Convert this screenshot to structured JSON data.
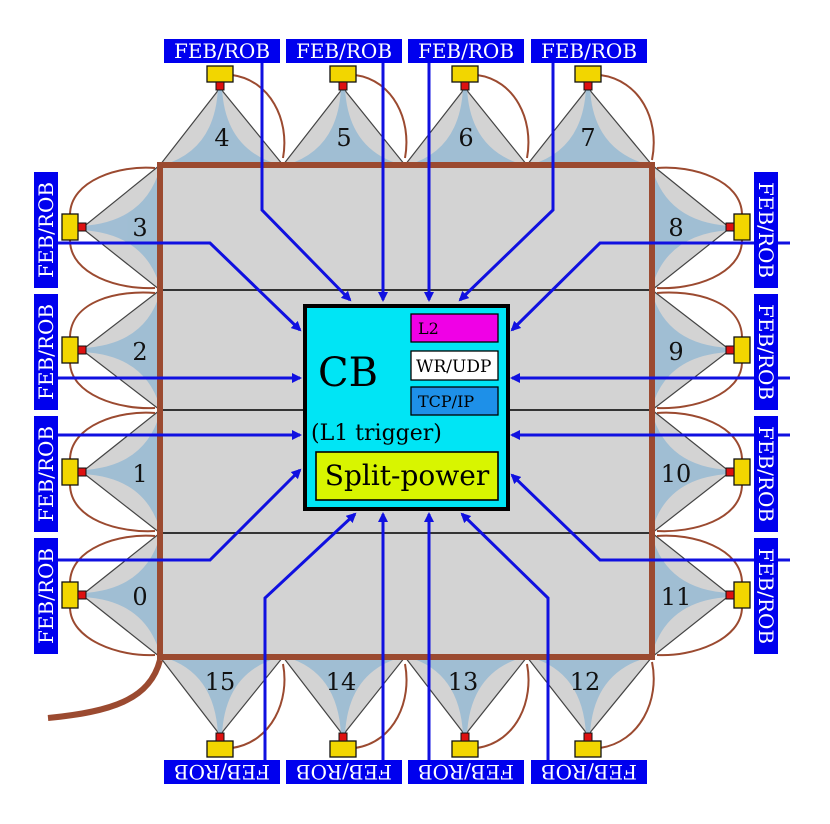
{
  "feb_label": "FEB/ROB",
  "modules": [
    "0",
    "1",
    "2",
    "3",
    "4",
    "5",
    "6",
    "7",
    "8",
    "9",
    "10",
    "11",
    "12",
    "13",
    "14",
    "15"
  ],
  "cb": {
    "title": "CB",
    "l2": "L2",
    "wr_udp": "WR/UDP",
    "tcp_ip": "TCP/IP",
    "l1_trigger": "(L1 trigger)",
    "split_power": "Split-power"
  },
  "colors": {
    "feb_box": "#0000ee",
    "arrow": "#1010e0",
    "connector": "#f2d600",
    "frame": "#9b4a30",
    "cable": "#9b4a30",
    "plate": "#d3d3d3",
    "fan": "#9ebdd4",
    "cb_fill": "#00e5f5",
    "l2_fill": "#f000e6",
    "tcp_fill": "#1e90e8",
    "split_fill": "#d8f500"
  }
}
